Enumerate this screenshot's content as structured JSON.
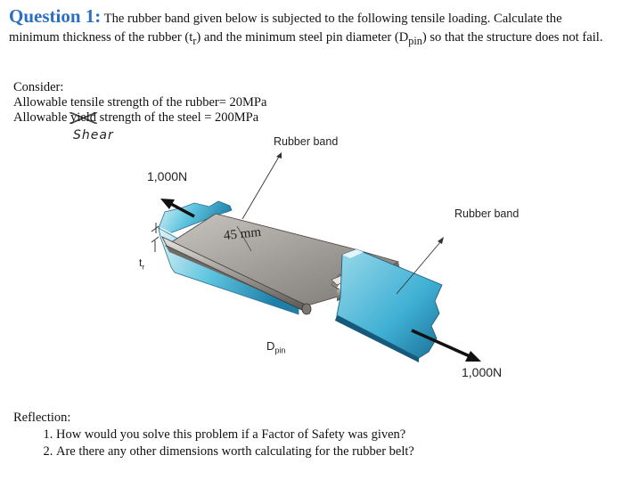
{
  "question": {
    "number": "Question 1:",
    "text": "The rubber band given below is subjected to the following tensile loading. Calculate the minimum thickness of the rubber (t",
    "t_sub": "r",
    "text_mid": ") and the minimum steel pin diameter (D",
    "d_sub": "pin",
    "text_end": ") so that the structure does not fail."
  },
  "consider": {
    "title": "Consider:",
    "line1": "Allowable tensile strength of the rubber= 20MPa",
    "line2_pre": "Allowable ",
    "line2_struck": "yield",
    "line2_post": " strength of the steel = 200MPa",
    "handwritten": "Shear"
  },
  "figure": {
    "label_rubber_band_top": "Rubber band",
    "label_rubber_band_right": "Rubber band",
    "label_force_left": "1,000N",
    "label_force_right": "1,000N",
    "label_width": "45 mm",
    "label_tr_main": "t",
    "label_tr_sub": "r",
    "label_dpin_main": "D",
    "label_dpin_sub": "pin",
    "colors": {
      "steel": "#a7a39e",
      "steel_dark": "#6f6b66",
      "rubber_light": "#bfe3ee",
      "rubber": "#49b8d8",
      "rubber_dark": "#1f7fa8"
    }
  },
  "reflection": {
    "title": "Reflection:",
    "items": [
      "How would you solve this problem if a Factor of Safety was given?",
      "Are there any other dimensions worth calculating for the rubber belt?"
    ]
  }
}
